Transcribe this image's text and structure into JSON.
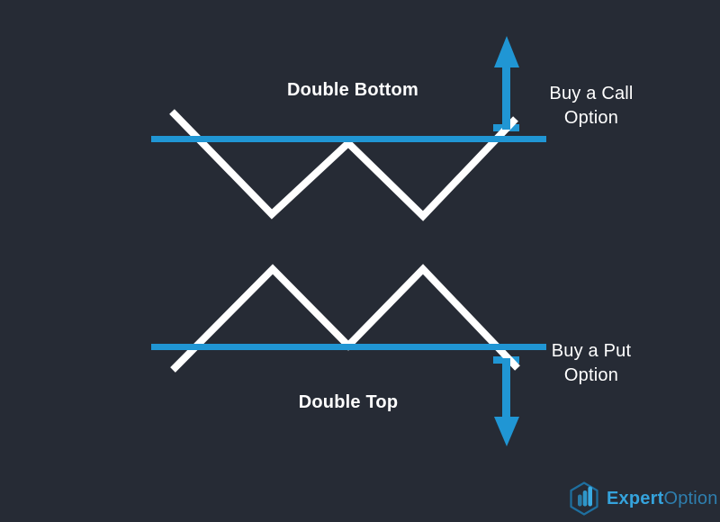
{
  "colors": {
    "background": "#262B35",
    "accent_blue": "#2096D4",
    "pattern_white": "#FFFFFF",
    "logo_expert_blue": "#35A3DC",
    "logo_option_blue": "#2E7FAF",
    "logo_hex_stroke": "#1E6F9F",
    "logo_bar_left": "#2A7CA8",
    "logo_bar_mid": "#2F96C9",
    "logo_bar_right": "#3AABE3"
  },
  "patterns": [
    {
      "title": "Double Bottom",
      "signal_line1": "Buy a Call",
      "signal_line2": "Option",
      "arrow_direction": "up",
      "level_line": "resistance"
    },
    {
      "title": "Double Top",
      "signal_line1": "Buy a Put",
      "signal_line2": "Option",
      "arrow_direction": "down",
      "level_line": "support"
    }
  ],
  "branding": {
    "logo_expert": "Expert",
    "logo_option": "Option",
    "logo_icon": "hexagon-bar-chart-icon"
  }
}
